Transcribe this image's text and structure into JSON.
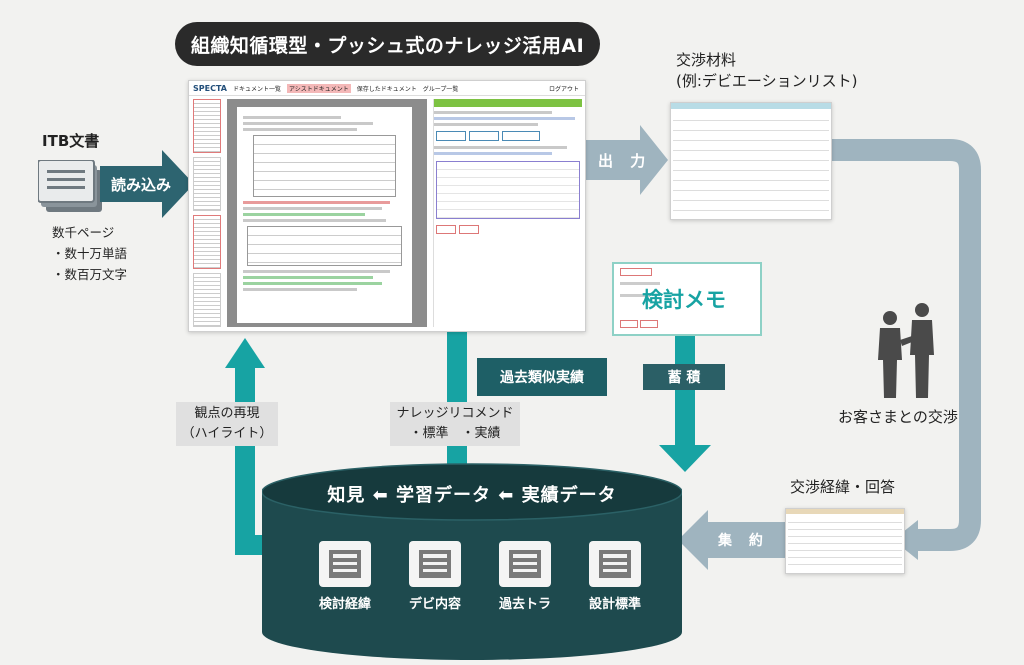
{
  "title": "組織知循環型・プッシュ式のナレッジ活用AI",
  "left": {
    "itb_label": "ITB文書",
    "read_label": "読み込み",
    "specs": [
      "数千ページ",
      "・数十万単語",
      "・数百万文字"
    ]
  },
  "app": {
    "logo": "SPECTA",
    "tabs": [
      "ドキュメント一覧",
      "アシストドキュメント",
      "保存したドキュメント",
      "グループ一覧"
    ],
    "logout": "ログアウト"
  },
  "right": {
    "material_label_1": "交渉材料",
    "material_label_2": "(例:デビエーションリスト)",
    "output_label": "出 力",
    "negotiation_label": "お客さまとの交渉",
    "history_label": "交渉経緯・回答",
    "consolidate_label": "集 約"
  },
  "memo": {
    "title": "検討メモ",
    "store_label": "蓄 積"
  },
  "flows": {
    "past_results": "過去類似実績",
    "recommend_1": "ナレッジリコメンド",
    "recommend_2": "・標準　・実績",
    "highlight_1": "観点の再現",
    "highlight_2": "（ハイライト）"
  },
  "database": {
    "header": "知見 ⬅ 学習データ ⬅ 実績データ",
    "items": [
      "検討経緯",
      "デビ内容",
      "過去トラ",
      "設計標準"
    ]
  },
  "colors": {
    "teal": "#17a3a3",
    "grey_blue": "#9fb4bf",
    "dark_teal": "#1e4a4e",
    "green": "#7dc242"
  }
}
